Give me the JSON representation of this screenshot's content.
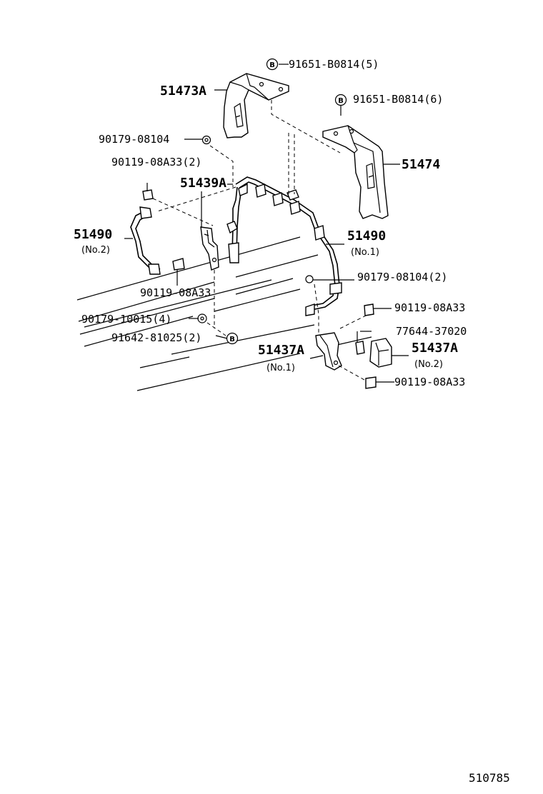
{
  "labels": {
    "p_91651_b0814_5": "91651-B0814(5)",
    "p_51473a": "51473A",
    "p_91651_b0814_6": "91651-B0814(6)",
    "p_90179_08104": "90179-08104",
    "p_90119_08a33_2": "90119-08A33(2)",
    "p_51474": "51474",
    "p_51439a": "51439A",
    "p_51490_left": "51490",
    "p_no2_left": "(No.2)",
    "p_51490_right": "51490",
    "p_no1_right": "(No.1)",
    "p_90179_08104_2": "90179-08104(2)",
    "p_90119_08a33_mid": "90119-08A33",
    "p_90119_08a33_right_top": "90119-08A33",
    "p_90179_10015_4": "90179-10015(4)",
    "p_77644_37020": "77644-37020",
    "p_91642_81025_2": "91642-81025(2)",
    "p_51437a_left": "51437A",
    "p_no1_bottom": "(No.1)",
    "p_51437a_right": "51437A",
    "p_no2_bottom": "(No.2)",
    "p_90119_08a33_right_bottom": "90119-08A33"
  },
  "markers": {
    "b_symbol": "B"
  },
  "code": "510785"
}
